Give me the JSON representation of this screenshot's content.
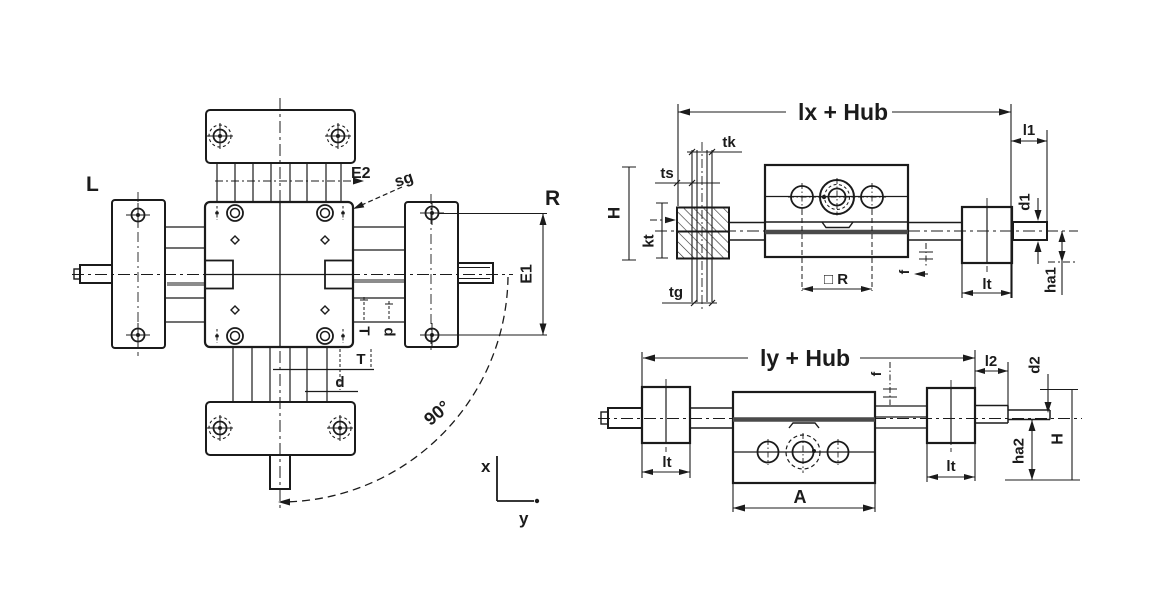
{
  "diagram": {
    "type": "technical-drawing-cross-table",
    "colors": {
      "line": "#1b1b1b",
      "shadow_gray": "#4a4a4a",
      "rail_gray": "#8c8c8c",
      "background": "#ffffff"
    },
    "left_view": {
      "label_left": "L",
      "label_right": "R",
      "dim_e2": "E2",
      "label_sg": "sg",
      "dim_e1": "E1",
      "dim_t_side": "T",
      "dim_d_side": "d",
      "dim_t_bottom": "T",
      "dim_d_bottom": "d",
      "angle": "90°",
      "axis_x": "x",
      "axis_y": "y"
    },
    "top_view": {
      "dim_length": "lx + Hub",
      "dim_l1": "l1",
      "dim_tk": "tk",
      "dim_ts": "ts",
      "dim_h": "H",
      "dim_kt": "kt",
      "dim_tg": "tg",
      "dim_square_r": "□ R",
      "dim_f": "f",
      "dim_lt": "lt",
      "dim_d1": "d1",
      "dim_ha1": "ha1"
    },
    "bottom_view": {
      "dim_length": "ly + Hub",
      "dim_l2": "l2",
      "dim_d2": "d2",
      "dim_f": "f",
      "dim_lt_left": "lt",
      "dim_lt_right": "lt",
      "dim_a": "A",
      "dim_ha2": "ha2",
      "dim_h": "H"
    }
  }
}
